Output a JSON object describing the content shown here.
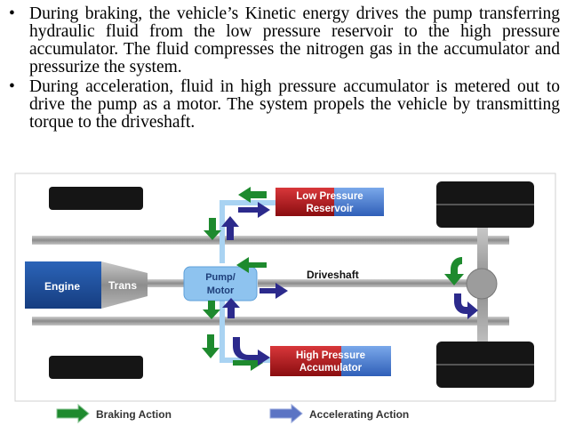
{
  "bullets": [
    {
      "marker": "•",
      "text": "During braking, the vehicle’s Kinetic energy drives the pump transferring hydraulic fluid from the low pressure reservoir to the high pressure accumulator. The fluid compresses the nitrogen gas in the accumulator and pressurize the system."
    },
    {
      "marker": "•",
      "text": "During acceleration, fluid in high pressure accumulator is metered out to drive the pump as a motor. The system propels the vehicle by transmitting torque to the driveshaft."
    }
  ],
  "diagram": {
    "engine_label": "Engine",
    "trans_label": "Trans",
    "pump_label_1": "Pump/",
    "pump_label_2": "Motor",
    "driveshaft_label": "Driveshaft",
    "low_reservoir_1": "Low Pressure",
    "low_reservoir_2": "Reservoir",
    "high_accum_1": "High Pressure",
    "high_accum_2": "Accumulator",
    "legend_braking": "Braking Action",
    "legend_accelerating": "Accelerating Action"
  },
  "colors": {
    "braking": "#1e8a2e",
    "accelerating": "#2c2a8c",
    "engine": "#1f4e9c",
    "reservoir_red": "#b0181a",
    "reservoir_blue": "#4a7bd1",
    "pump": "#8ec3ef",
    "fluid_line": "#a9d3f2",
    "frame": "#9a9a9a",
    "tire": "#151515"
  }
}
